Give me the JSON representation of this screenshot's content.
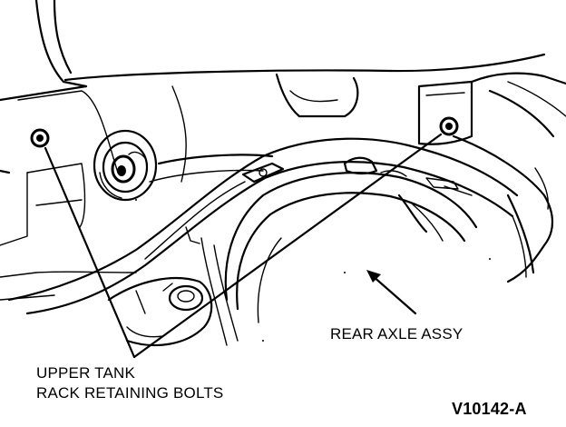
{
  "labels": {
    "rear_axle": "REAR AXLE ASSY",
    "bolts_line1": "UPPER TANK",
    "bolts_line2": "RACK RETAINING BOLTS",
    "figure_code": "V10142-A"
  },
  "colors": {
    "ink": "#000000",
    "paper": "#ffffff"
  }
}
